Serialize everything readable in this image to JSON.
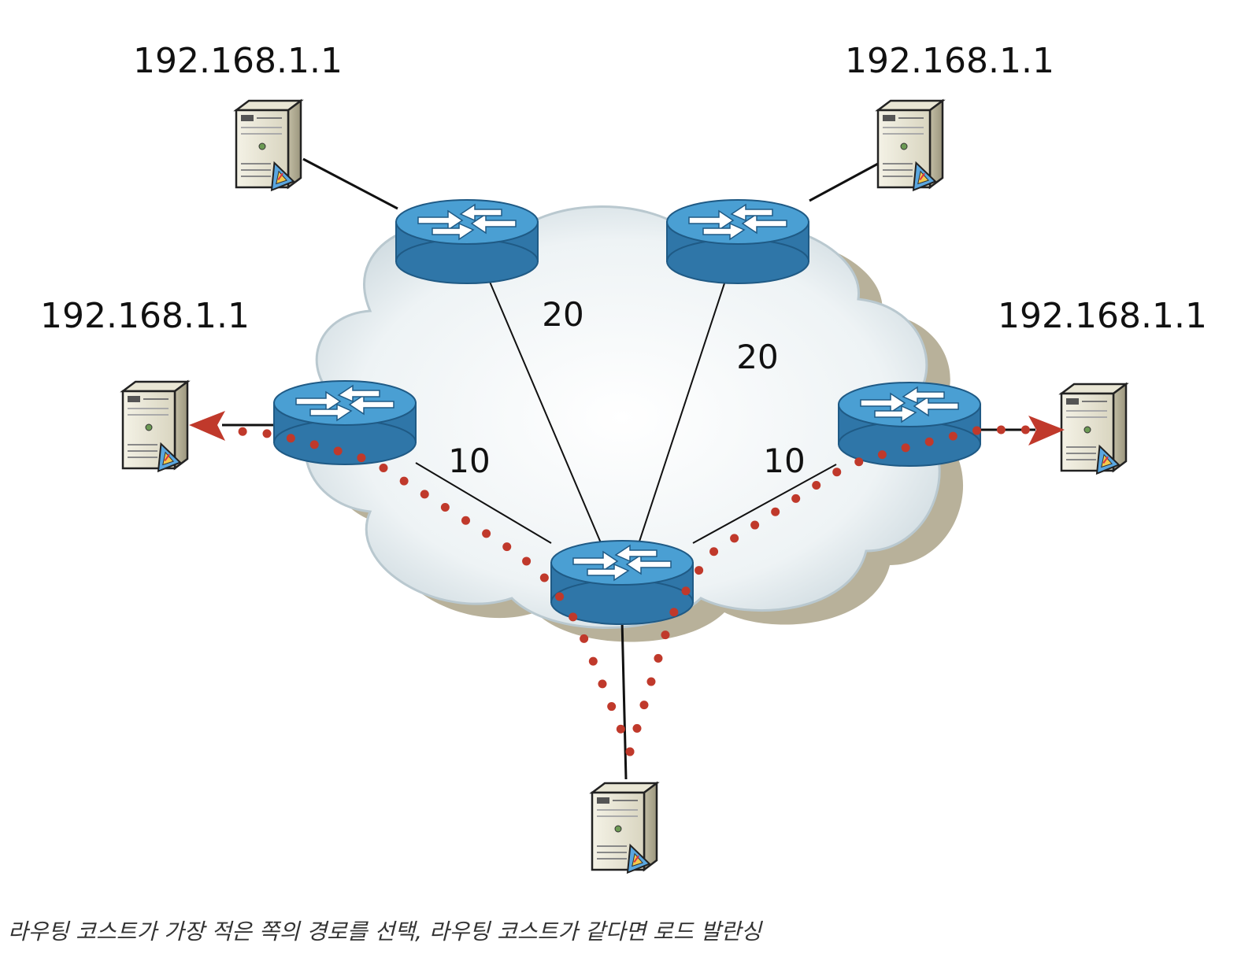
{
  "servers": [
    {
      "id": "top-left",
      "ip": "192.168.1.1"
    },
    {
      "id": "top-right",
      "ip": "192.168.1.1"
    },
    {
      "id": "mid-left",
      "ip": "192.168.1.1"
    },
    {
      "id": "mid-right",
      "ip": "192.168.1.1"
    },
    {
      "id": "bottom",
      "ip": ""
    }
  ],
  "links": {
    "tl_center": "20",
    "tr_center": "20",
    "ml_center": "10",
    "mr_center": "10"
  },
  "colors": {
    "router_top": "#4a9fd3",
    "router_side": "#2f76a8",
    "path": "#c0392b",
    "cloud": "#dde7ea"
  },
  "caption": "라우팅 코스트가 가장 적은 쪽의 경로를 선택, 라우팅 코스트가 같다면 로드 발란싱"
}
